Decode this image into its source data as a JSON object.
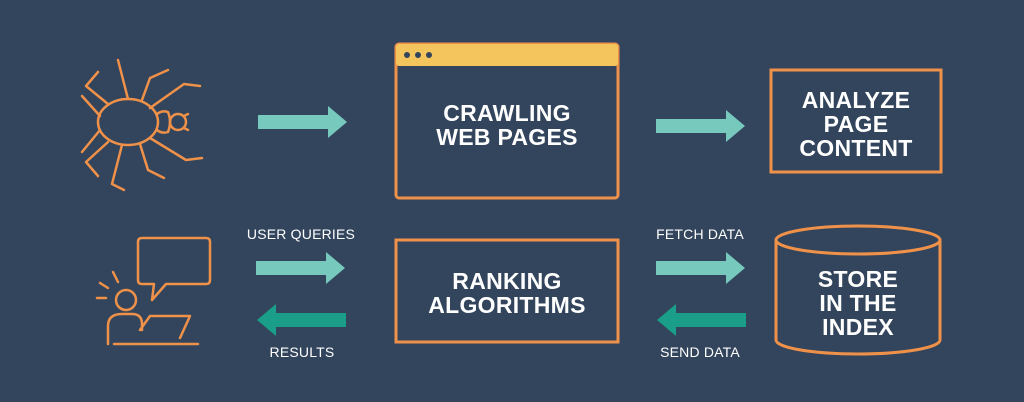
{
  "colors": {
    "background": "#32455c",
    "orange": "#f0914a",
    "yellow": "#f5c55d",
    "teal_light": "#77c9be",
    "teal_dark": "#1a9e89",
    "text": "#ffffff"
  },
  "boxes": {
    "crawling": "CRAWLING\nWEB PAGES",
    "analyze": "ANALYZE\nPAGE\nCONTENT",
    "ranking": "RANKING\nALGORITHMS",
    "store": "STORE\nIN THE\nINDEX"
  },
  "arrows": {
    "user_queries": "USER QUERIES",
    "results": "RESULTS",
    "fetch_data": "FETCH DATA",
    "send_data": "SEND DATA"
  },
  "icons": {
    "crawler": "spider-icon",
    "user": "user-at-laptop-icon",
    "browser": "browser-window-icon",
    "database": "database-cylinder-icon"
  }
}
